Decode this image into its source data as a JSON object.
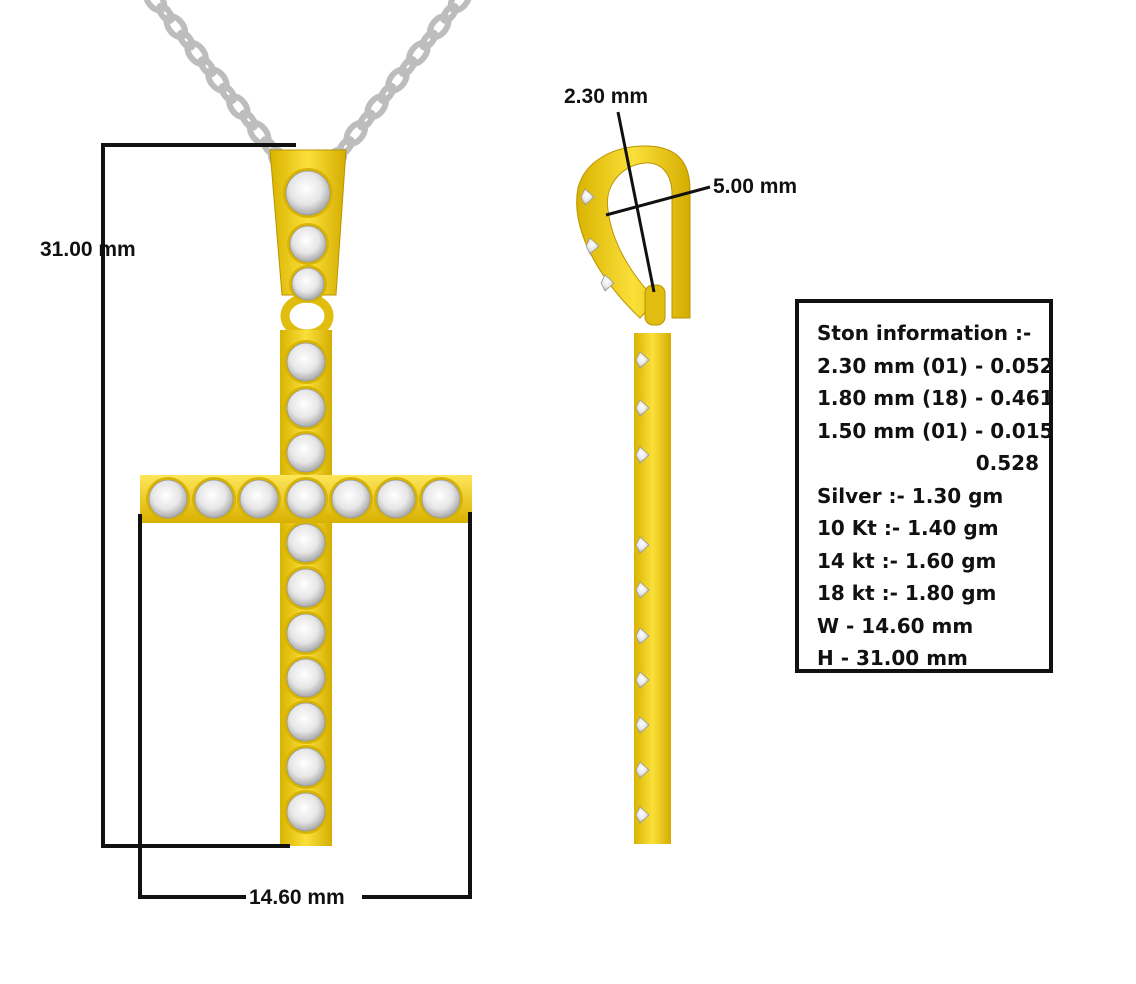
{
  "dimensions": {
    "height": "31.00 mm",
    "width": "14.60 mm",
    "stone_size": "2.30 mm",
    "bail_size": "5.00 mm"
  },
  "stone_info": {
    "title": "Ston information :-",
    "lines": [
      "2.30 mm (01) - 0.052",
      "1.80 mm (18) - 0.461",
      "1.50 mm (01) - 0.015",
      "0.528",
      "Silver :- 1.30 gm",
      "10 Kt :- 1.40 gm",
      "14 kt :- 1.60 gm",
      "18 kt :- 1.80 gm",
      "W - 14.60 mm",
      "H - 31.00 mm"
    ]
  },
  "colors": {
    "gold": "#f4d20a",
    "gold_dark": "#c9a200",
    "chain": "#c8c8c8",
    "diamond": "#eeeeee",
    "line": "#111111"
  }
}
